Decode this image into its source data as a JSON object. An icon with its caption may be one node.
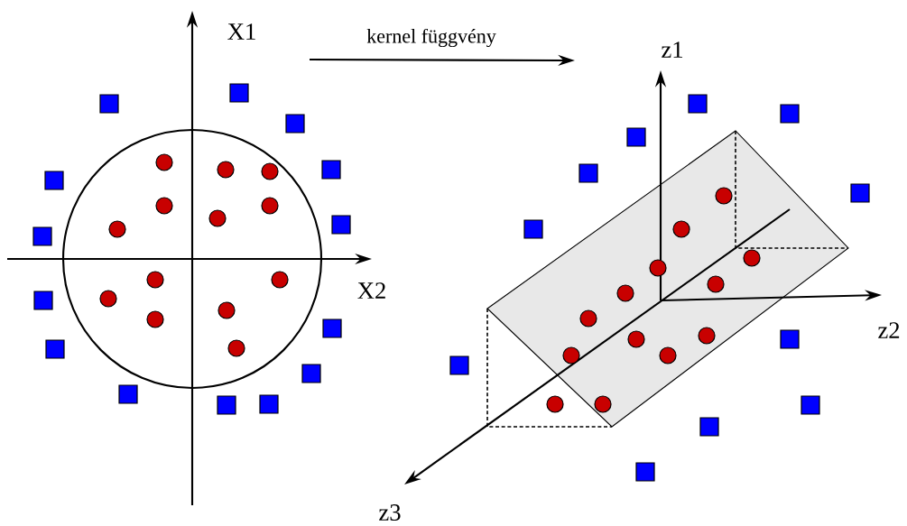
{
  "diagram": {
    "labels": [
      "X1",
      "kernel függvény",
      "z1",
      "X2",
      "z2",
      "z3"
    ]
  }
}
